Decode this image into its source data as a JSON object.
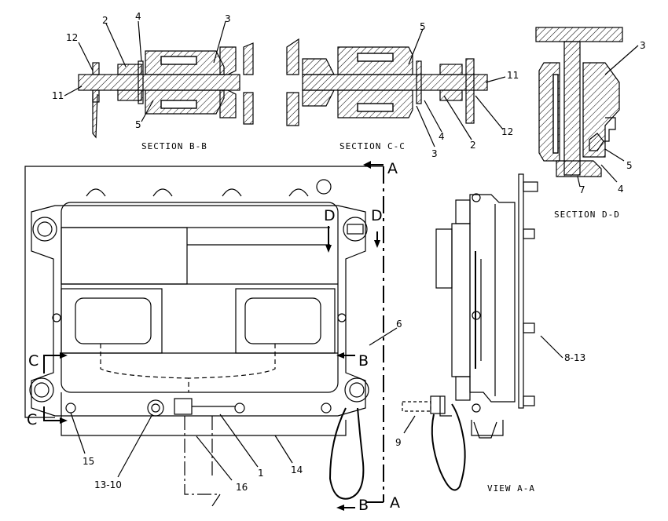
{
  "captions": {
    "section_bb": "SECTION B-B",
    "section_cc": "SECTION C-C",
    "section_dd": "SECTION D-D",
    "view_aa": "VIEW A-A"
  },
  "section_markers": {
    "a_top": "A",
    "a_bottom": "A",
    "b_mid": "B",
    "b_bottom": "B",
    "c_upper": "C",
    "c_lower": "C",
    "d_left": "D",
    "d_right": "D"
  },
  "callouts": {
    "bb_2": "2",
    "bb_4": "4",
    "bb_3": "3",
    "bb_12": "12",
    "bb_11": "11",
    "bb_5": "5",
    "cc_5": "5",
    "cc_11": "11",
    "cc_3": "3",
    "cc_4": "4",
    "cc_2": "2",
    "cc_12": "12",
    "dd_3": "3",
    "dd_5": "5",
    "dd_7": "7",
    "dd_4": "4",
    "main_6": "6",
    "main_15": "15",
    "main_13_10": "13-10",
    "main_16": "16",
    "main_1": "1",
    "main_14": "14",
    "view_8_13": "8-13",
    "view_9": "9"
  },
  "colors": {
    "ink": "#000000",
    "paper": "#ffffff"
  }
}
